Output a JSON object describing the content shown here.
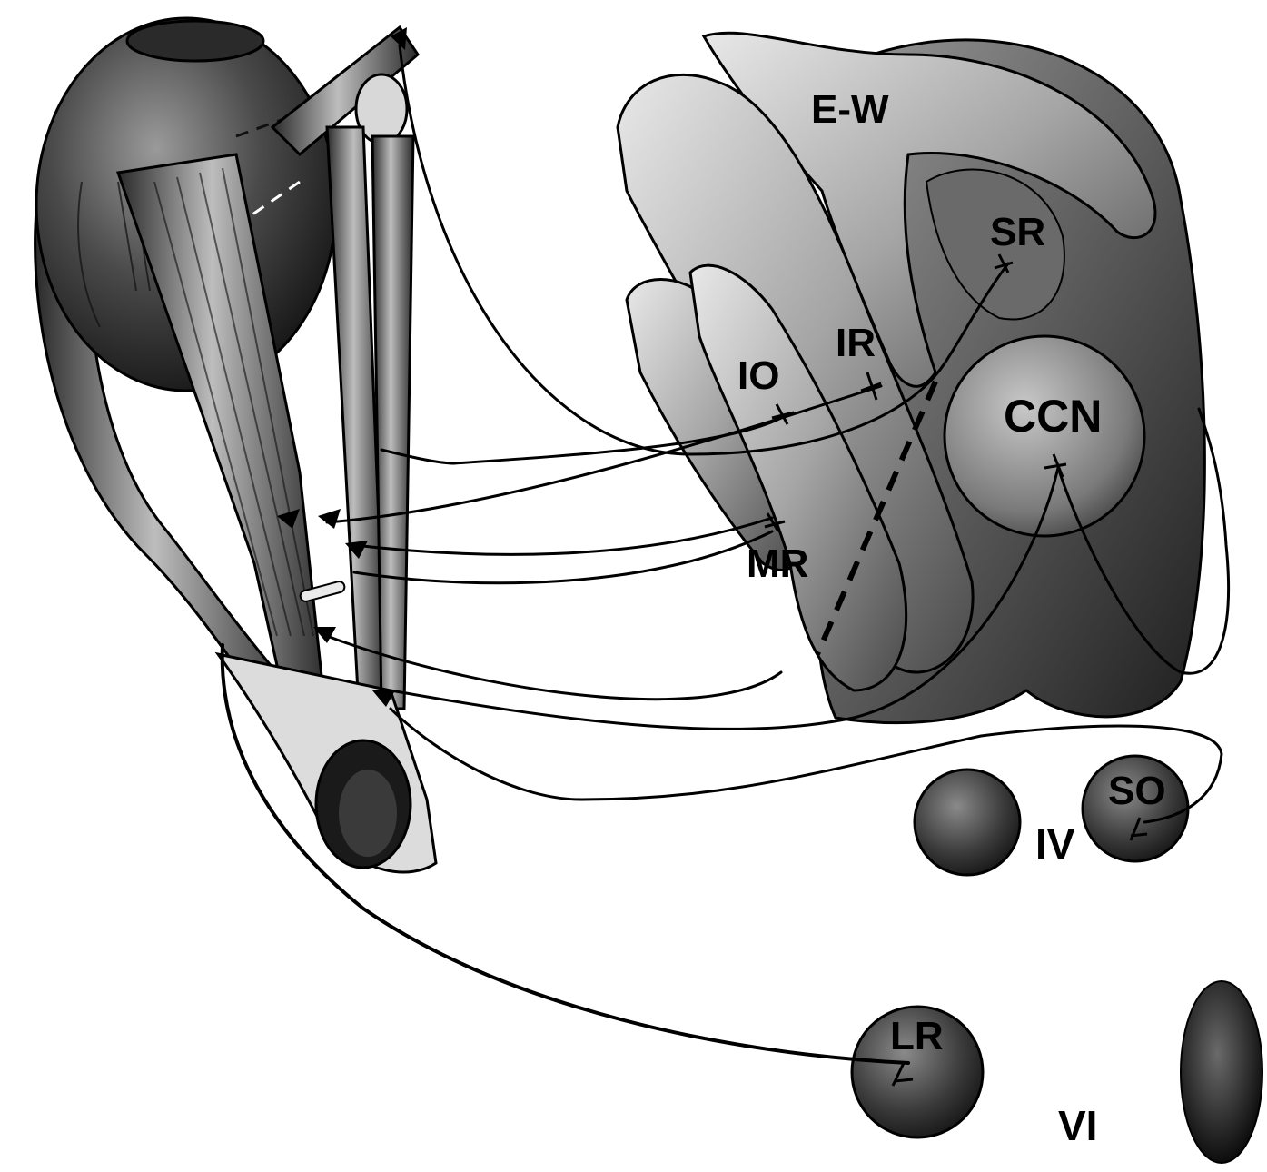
{
  "labels": {
    "ew": "E-W",
    "sr": "SR",
    "ir": "IR",
    "io": "IO",
    "ccn": "CCN",
    "mr": "MR",
    "so": "SO",
    "iv": "IV",
    "lr": "LR",
    "vi": "VI"
  }
}
